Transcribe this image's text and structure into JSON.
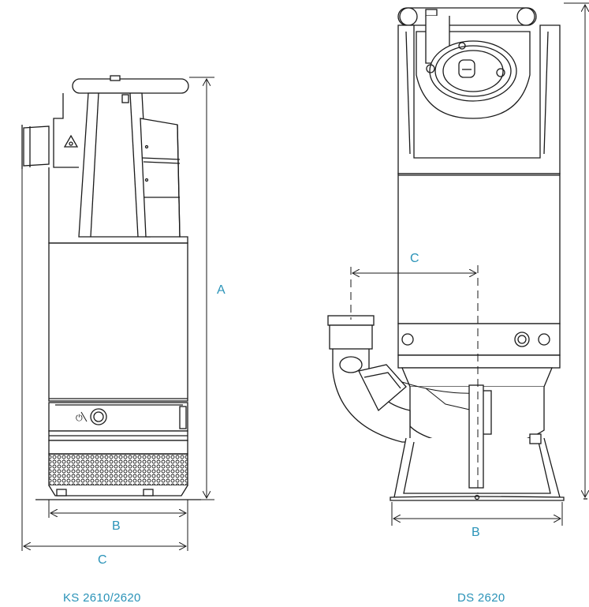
{
  "colors": {
    "accent": "#2a93b8",
    "line": "#1a1a1a"
  },
  "left_pump": {
    "caption": "KS 2610/2620",
    "dim_a": "A",
    "dim_b": "B",
    "dim_c": "C"
  },
  "right_pump": {
    "caption": "DS 2620",
    "dim_b": "B",
    "dim_c": "C"
  }
}
